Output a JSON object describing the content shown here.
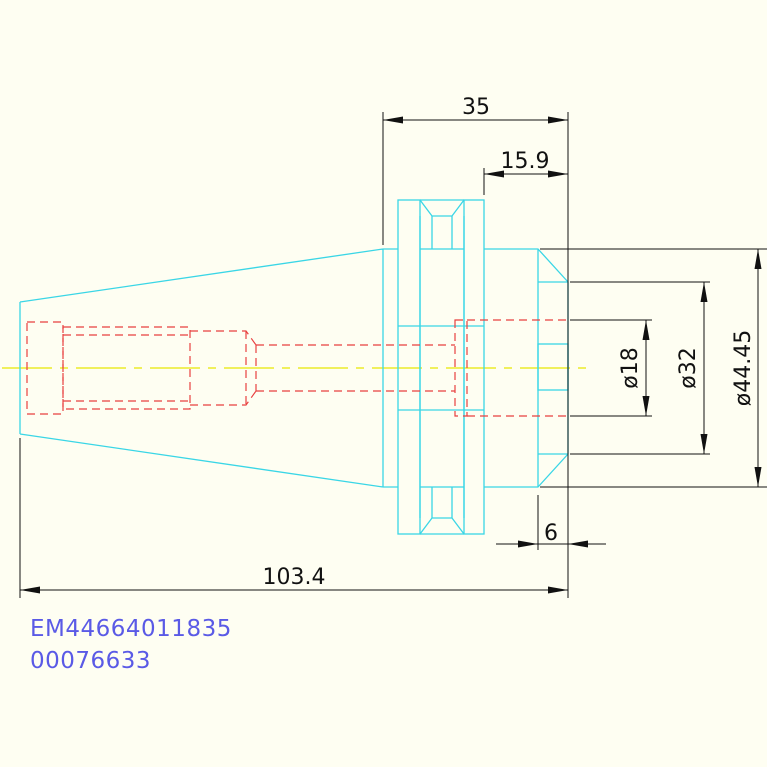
{
  "colors": {
    "background": "#fefef2",
    "outline": "#3ad6e6",
    "hidden": "#e84040",
    "centerline": "#ecec2a",
    "dimension": "#111111",
    "id_text": "#5a5ae6"
  },
  "dimensions": {
    "flange_to_end": "35",
    "nose_length": "15.9",
    "bore_dia": "ø18",
    "face_dia": "ø32",
    "outer_dia": "ø44.45",
    "chamfer": "6",
    "overall_length": "103.4"
  },
  "part_ids": {
    "line1": "EM44664011835",
    "line2": "00076633"
  }
}
